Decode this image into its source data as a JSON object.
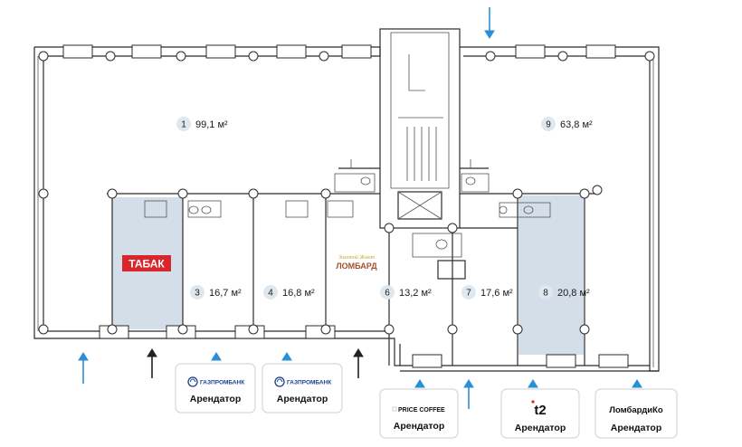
{
  "rooms": [
    {
      "num": "1",
      "area": "99,1 м²"
    },
    {
      "num": "9",
      "area": "63,8 м²"
    },
    {
      "num": "3",
      "area": "16,7 м²"
    },
    {
      "num": "4",
      "area": "16,8 м²"
    },
    {
      "num": "6",
      "area": "13,2 м²"
    },
    {
      "num": "7",
      "area": "17,6 м²"
    },
    {
      "num": "8",
      "area": "20,8 м²"
    }
  ],
  "signs": {
    "tabak": "ТАБАК",
    "lombard_script": "Золотой Жмот",
    "lombard": "ЛОМБАРД"
  },
  "tenants": [
    {
      "logo": "ГАЗПРОМБАНК",
      "label": "Арендатор"
    },
    {
      "logo": "ГАЗПРОМБАНК",
      "label": "Арендатор"
    },
    {
      "logo": "PRICE COFFEE",
      "label": "Арендатор"
    },
    {
      "logo": "t2",
      "label": "Арендатор"
    },
    {
      "logo": "ЛомбардиКо",
      "label": "Арендатор"
    }
  ],
  "colors": {
    "badge": "#dfe8ef",
    "highlight": "#d3dee8",
    "arrow_blue": "#2b8fd6",
    "tabak_red": "#d8262c",
    "lombard_brown": "#a0522d"
  }
}
